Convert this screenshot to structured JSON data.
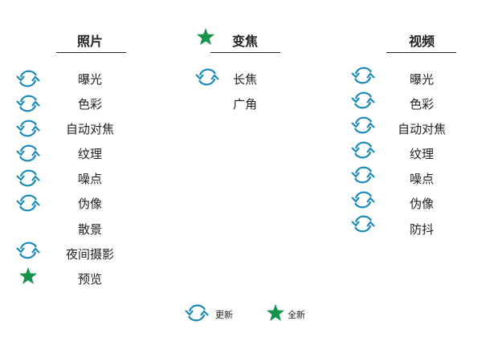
{
  "colors": {
    "update": "#1a8aba",
    "new": "#16924a",
    "text": "#222222"
  },
  "columns": [
    {
      "title": "照片",
      "title_icon": null,
      "items": [
        {
          "label": "曝光",
          "icon": "refresh-icon"
        },
        {
          "label": "色彩",
          "icon": "refresh-icon"
        },
        {
          "label": "自动对焦",
          "icon": "refresh-icon"
        },
        {
          "label": "纹理",
          "icon": "refresh-icon"
        },
        {
          "label": "噪点",
          "icon": "refresh-icon"
        },
        {
          "label": "伪像",
          "icon": "refresh-icon"
        },
        {
          "label": "散景",
          "icon": null
        },
        {
          "label": "夜间摄影",
          "icon": "refresh-icon"
        },
        {
          "label": "预览",
          "icon": "star-icon"
        }
      ]
    },
    {
      "title": "变焦",
      "title_icon": "star-icon",
      "items": [
        {
          "label": "长焦",
          "icon": "refresh-icon"
        },
        {
          "label": "广角",
          "icon": null
        }
      ]
    },
    {
      "title": "视频",
      "title_icon": null,
      "items": [
        {
          "label": "曝光",
          "icon": "refresh-icon"
        },
        {
          "label": "色彩",
          "icon": "refresh-icon"
        },
        {
          "label": "自动对焦",
          "icon": "refresh-icon"
        },
        {
          "label": "纹理",
          "icon": "refresh-icon"
        },
        {
          "label": "噪点",
          "icon": "refresh-icon"
        },
        {
          "label": "伪像",
          "icon": "refresh-icon"
        },
        {
          "label": "防抖",
          "icon": "refresh-icon"
        }
      ]
    }
  ],
  "legend": {
    "update_label": "更新",
    "new_label": "全新"
  }
}
